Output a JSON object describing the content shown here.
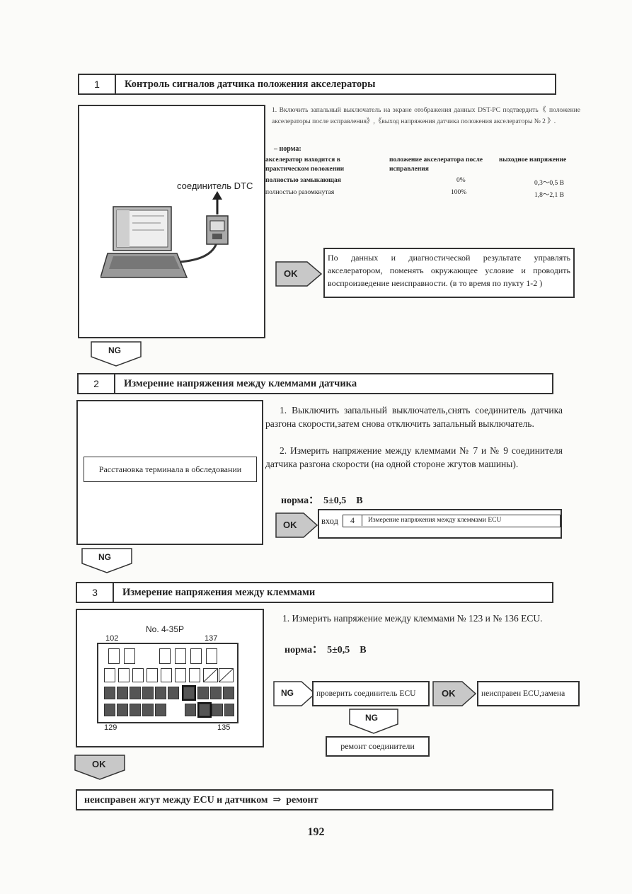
{
  "step1": {
    "num": "1",
    "title": "Контроль сигналов датчика положения акселераторы",
    "connector_label": "соединитель DTC",
    "instruction": "1.  Включить запальный выключатель на экране отображения данных DST-PC подтвердить《 положение акселераторы после исправления》,《выход напряжения датчика положения  акселераторы № 2 》.",
    "norm_label": "– норма:",
    "table_headers": [
      "акселератор находится в практическом положении",
      "положение акселератора после исправления",
      "выходное напряжение"
    ],
    "table_rows": [
      [
        "полностью замыкающая",
        "0%",
        "0,3～0,5 В"
      ],
      [
        "полностью разомкнутая",
        "100%",
        "1,8～2,1 В"
      ]
    ],
    "ok_label": "OK",
    "ok_text": "По данных и диагностической результате управлять акселератором, поменять окружающее условие и проводить воспроизведение неисправности. (в то время по пукту 1-2 )",
    "ng_label": "NG"
  },
  "step2": {
    "num": "2",
    "title": "Измерение напряжения между клеммами датчика",
    "terminal_label": "Расстановка терминала в обследовании",
    "instruction1": "1. Выключить запальный выключатель,снять соединитель датчика разгона скорости,затем снова отключить запальный выключатель.",
    "instruction2": "2. Измерить напряжение между клеммами № 7 и № 9 соединителя датчика разгона скорости (на одной стороне жгутов машины).",
    "norm": "норма：  5±0,5    В",
    "ok_label": "OK",
    "goto_prefix": "вход",
    "goto_num": "4",
    "goto_title": "Измерение напряжения между клеммами ECU",
    "ng_label": "NG"
  },
  "step3": {
    "num": "3",
    "title": "Измерение напряжения между клеммами",
    "connector_name": "No. 4-35P",
    "pin_top_left": "102",
    "pin_top_right": "137",
    "pin_bottom_left": "129",
    "pin_bottom_right": "135",
    "instruction": "1.  Измерить напряжение между клеммами № 123 и № 136 ECU.",
    "norm": "норма：  5±0,5    В",
    "ng_label": "NG",
    "check_text": "проверить соединитель ECU",
    "ok_label": "OK",
    "replace_text": "неисправен ECU,замена",
    "ng2_label": "NG",
    "repair_text": "ремонт соединители",
    "ok2_label": "OK"
  },
  "final": {
    "text": "неисправен жгут между ECU и датчиком  ⇒  ремонт"
  },
  "page_number": "192"
}
